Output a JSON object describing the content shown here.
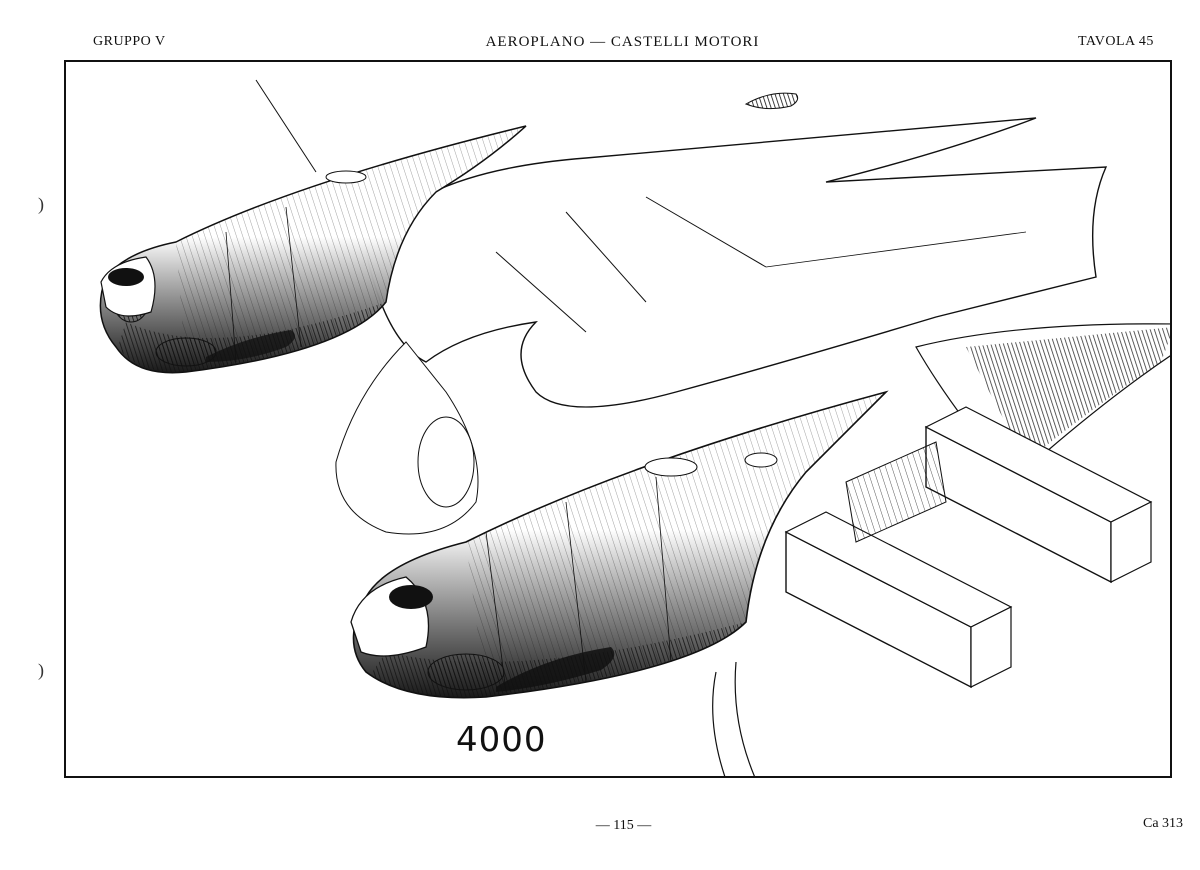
{
  "header": {
    "left": "GRUPPO V",
    "center": "AEROPLANO — CASTELLI MOTORI",
    "right": "TAVOLA 45"
  },
  "plate": {
    "drawing_number": "4000"
  },
  "footer": {
    "page": "— 115 —",
    "code": "Ca 313"
  }
}
